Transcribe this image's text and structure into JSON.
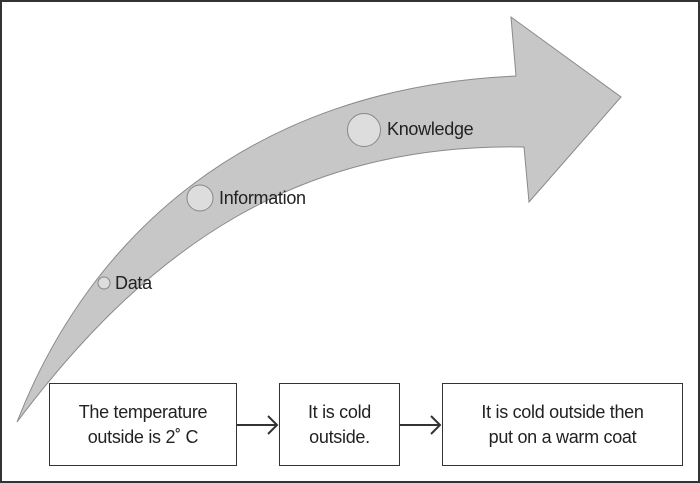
{
  "stages": [
    {
      "label": "Data"
    },
    {
      "label": "Information"
    },
    {
      "label": "Knowledge"
    }
  ],
  "boxes": [
    {
      "text": "The temperature\noutside is 2˚ C"
    },
    {
      "text": "It is cold\noutside."
    },
    {
      "text": "It is cold outside then\nput on a warm coat"
    }
  ],
  "colors": {
    "arrow_fill": "#c6c7c6",
    "arrow_stroke": "#8a8a8a",
    "circle_fill": "#dcdddc",
    "border": "#333333"
  }
}
